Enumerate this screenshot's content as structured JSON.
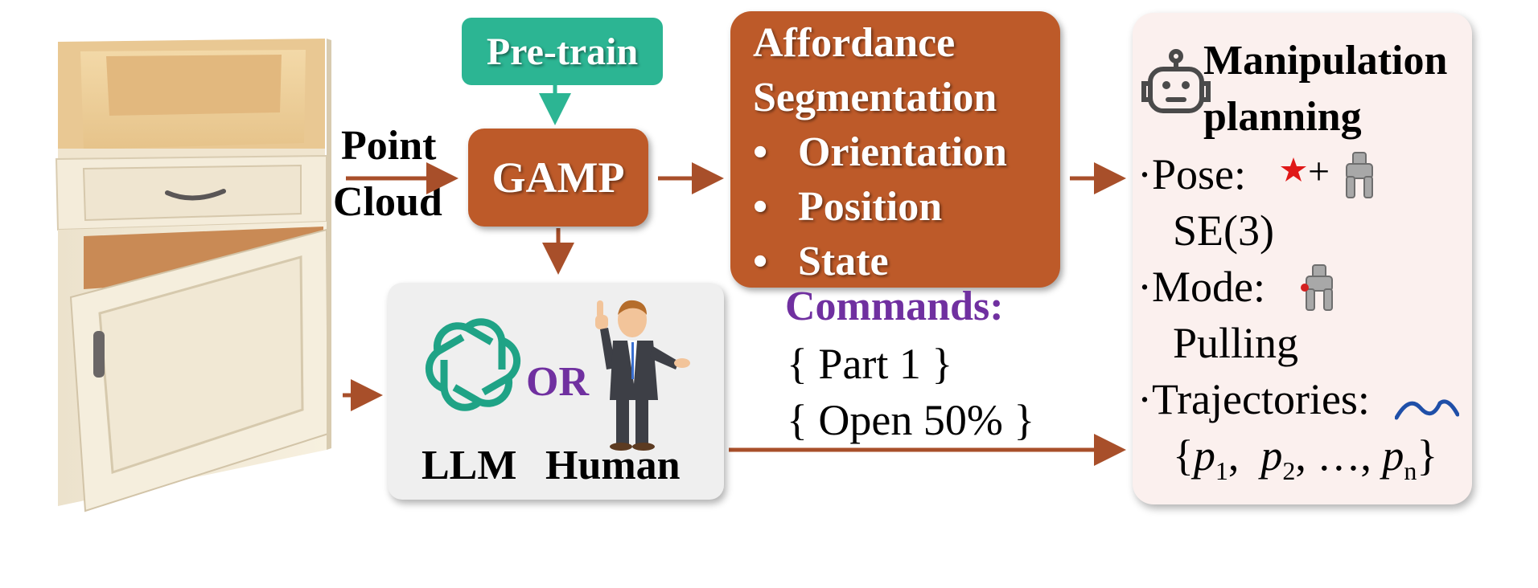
{
  "input": {
    "line1": "Point",
    "line2": "Cloud"
  },
  "pretrain": {
    "label": "Pre-train"
  },
  "gamp": {
    "label": "GAMP"
  },
  "affordance": {
    "title_line1": "Affordance",
    "title_line2": "Segmentation",
    "bullets": [
      "Orientation",
      "Position",
      "State"
    ]
  },
  "agents": {
    "or_label": "OR",
    "llm_label": "LLM",
    "human_label": "Human"
  },
  "commands": {
    "title": "Commands:",
    "lines": [
      "{ Part 1 }",
      "{ Open 50% }"
    ]
  },
  "planning": {
    "title_line1": "Manipulation",
    "title_line2": "planning",
    "pose_label": "·Pose:",
    "pose_value": "SE(3)",
    "mode_label": "·Mode:",
    "mode_value": "Pulling",
    "traj_label": "·Trajectories:",
    "traj_value_open": "{",
    "traj_p1": "p",
    "traj_sub1": "1",
    "traj_p2": "p",
    "traj_sub2": "2",
    "traj_dots": "…",
    "traj_pn": "p",
    "traj_subn": "n",
    "traj_value_close": "}",
    "plus": "+"
  },
  "colors": {
    "brown": "#bd5a29",
    "teal": "#2cb593",
    "purple": "#7030a0",
    "arrow": "#a84f2a"
  }
}
